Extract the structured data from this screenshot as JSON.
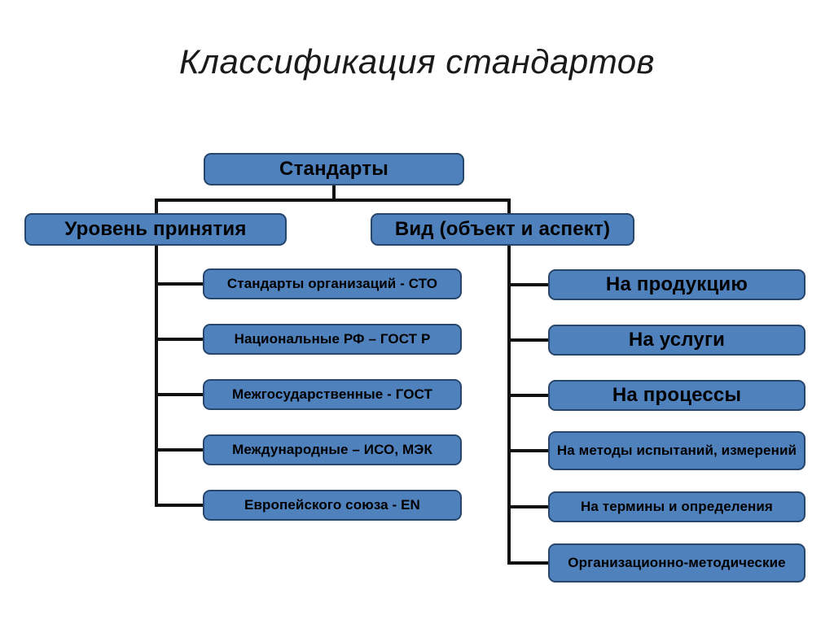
{
  "slide": {
    "title": "Классификация стандартов",
    "background_color": "#ffffff",
    "box_fill_color": "#4f81bd",
    "box_border_color": "#27466b",
    "text_color": "#000000",
    "connector_color": "#111111"
  },
  "diagram": {
    "root": {
      "label": "Стандарты"
    },
    "branches": [
      {
        "label": "Уровень принятия",
        "children": [
          {
            "label": "Стандарты организаций - СТО"
          },
          {
            "label": "Национальные РФ – ГОСТ Р"
          },
          {
            "label": "Межгосударственные - ГОСТ"
          },
          {
            "label": "Международные – ИСО, МЭК"
          },
          {
            "label": "Европейского союза - EN"
          }
        ]
      },
      {
        "label": "Вид (объект и аспект)",
        "children": [
          {
            "label": "На продукцию"
          },
          {
            "label": "На услуги"
          },
          {
            "label": "На процессы"
          },
          {
            "label": "На методы испытаний, измерений"
          },
          {
            "label": "На термины и определения"
          },
          {
            "label": "Организационно-методические"
          }
        ]
      }
    ]
  }
}
